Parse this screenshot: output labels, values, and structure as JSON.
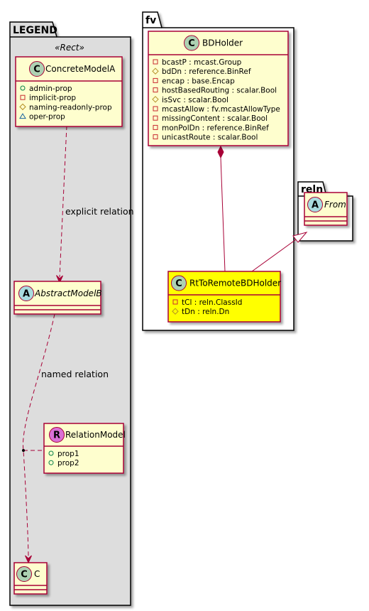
{
  "packages": {
    "legend": {
      "name": "LEGEND",
      "stereotype": "«Rect»"
    },
    "fv": {
      "name": "fv"
    },
    "reln": {
      "name": "reln"
    }
  },
  "classes": {
    "concrete_model": {
      "kind": "C",
      "name": "ConcreteModelA",
      "attributes": [
        {
          "vis": "+",
          "text": "admin-prop"
        },
        {
          "vis": "-",
          "text": "implicit-prop"
        },
        {
          "vis": "#",
          "text": "naming-readonly-prop"
        },
        {
          "vis": "~",
          "text": "oper-prop"
        }
      ]
    },
    "abstract_model": {
      "kind": "A",
      "name": "AbstractModelB",
      "attributes": []
    },
    "relation_model": {
      "kind": "R",
      "name": "RelationModel",
      "attributes": [
        {
          "vis": "+",
          "text": "prop1"
        },
        {
          "vis": "+",
          "text": "prop2"
        }
      ]
    },
    "class_c": {
      "kind": "C",
      "name": "C",
      "attributes": []
    },
    "bdholder": {
      "kind": "C",
      "name": "BDHolder",
      "attributes": [
        {
          "vis": "-",
          "text": "bcastP : mcast.Group"
        },
        {
          "vis": "#",
          "text": "bdDn : reference.BinRef"
        },
        {
          "vis": "-",
          "text": "encap : base.Encap"
        },
        {
          "vis": "-",
          "text": "hostBasedRouting : scalar.Bool"
        },
        {
          "vis": "#",
          "text": "isSvc : scalar.Bool"
        },
        {
          "vis": "-",
          "text": "mcastAllow : fv.mcastAllowType"
        },
        {
          "vis": "-",
          "text": "missingContent : scalar.Bool"
        },
        {
          "vis": "-",
          "text": "monPolDn : reference.BinRef"
        },
        {
          "vis": "-",
          "text": "unicastRoute : scalar.Bool"
        }
      ]
    },
    "rt_to_remote": {
      "kind": "C",
      "name": "RtToRemoteBDHolder",
      "attributes": [
        {
          "vis": "-",
          "text": "tCl : reln.ClassId"
        },
        {
          "vis": "#",
          "text": "tDn : reln.Dn"
        }
      ]
    },
    "from": {
      "kind": "A",
      "name": "From",
      "attributes": []
    }
  },
  "edges": {
    "explicit": "explicit relation",
    "named": "named relation"
  },
  "colors": {
    "class_fill": "#FEFECE",
    "class_border": "#A80036",
    "highlight_fill": "#FFFF00",
    "package_fill": "#DDDDDD",
    "circle_c": "#ADD1B2",
    "circle_a": "#A9DCDF",
    "circle_r": "#DA70D6"
  }
}
